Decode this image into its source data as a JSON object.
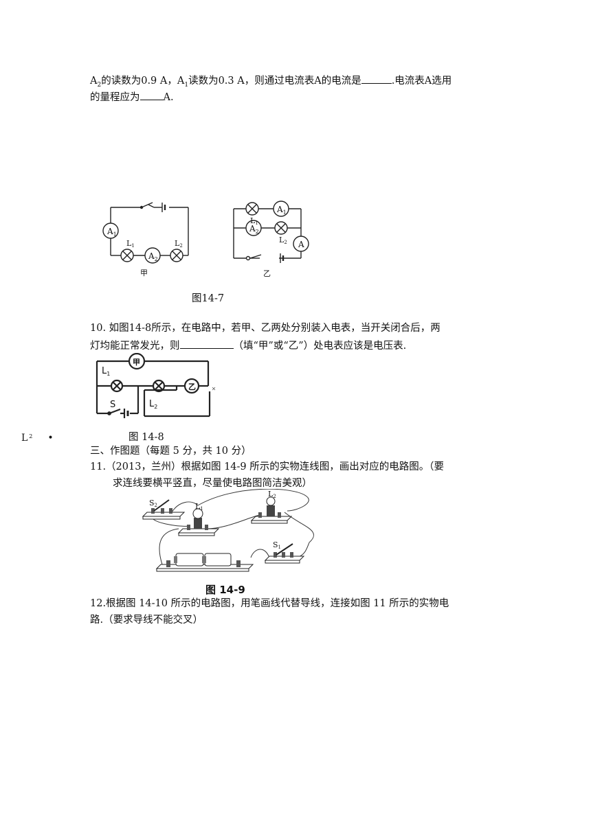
{
  "q9": {
    "a2_label": "A",
    "a2_sub": "2",
    "p1": "的读数为0.9 A，A",
    "a1_sub": "1",
    "p2": "读数为0.3 A，则通过电流表A的电流是",
    "p3": ".电流表A选用",
    "line2a": "的量程应为",
    "line2b": "A."
  },
  "fig14_7": {
    "caption": "图14-7",
    "jia": {
      "label": "甲",
      "a1": "A",
      "a1_sub": "1",
      "a2": "A",
      "a2_sub": "2",
      "l1": "L",
      "l1_sub": "1",
      "l2": "L",
      "l2_sub": "2"
    },
    "yi": {
      "label": "乙",
      "a1": "A",
      "a1_sub": "1",
      "a2": "A",
      "a2_sub": "2",
      "a": "A",
      "l1": "L",
      "l1_sub": "1",
      "l2": "L",
      "l2_sub": "2"
    }
  },
  "q10": {
    "line1": "10.  如图14-8所示，在电路中，若甲、乙两处分别装入电表，当开关闭合后，两",
    "line2a": "灯均能正常发光，则",
    "line2b": "（填“甲”或“乙”）处电表应该是电压表."
  },
  "fig14_8": {
    "caption": "图 14-8",
    "jia": "甲",
    "yi": "乙",
    "l1": "L",
    "l1_sub": "1",
    "l2": "L",
    "l2_sub": "2",
    "s": "S"
  },
  "stray": {
    "l": "L",
    "sub": "2",
    "dot": "•"
  },
  "section3": "三、作图题（每题 5 分，共 10 分）",
  "q11": {
    "line1": "11.（2013，兰州）根据如图 14-9 所示的实物连线图，画出对应的电路图。（要",
    "line2": "求连线要横平竖直，尽量使电路图简洁美观）"
  },
  "fig14_9": {
    "caption": "图 14-9",
    "s2": "S",
    "s2_sub": "2",
    "l1": "L",
    "l1_sub": "1",
    "l2": "L",
    "l2_sub": "2",
    "s1": "S",
    "s1_sub": "1"
  },
  "q12": {
    "line1": "12.根据图 14-10 所示的电路图，用笔画线代替导线，连接如图 11 所示的实物电",
    "line2": "路.（要求导线不能交叉）"
  }
}
